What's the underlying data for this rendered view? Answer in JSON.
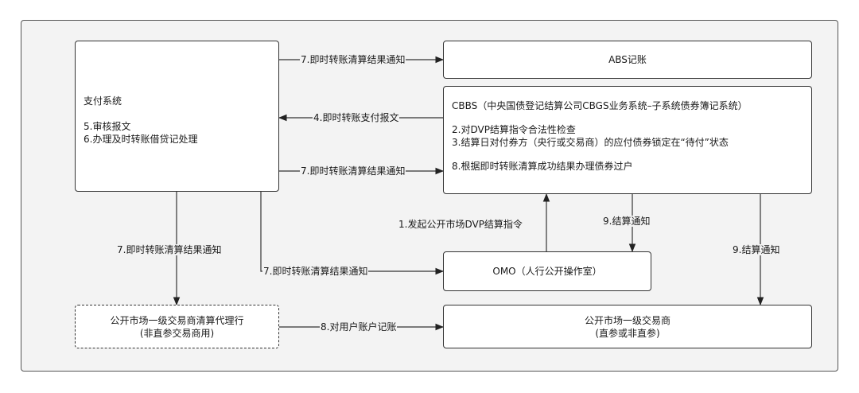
{
  "nodes": {
    "payment": {
      "title": "支付系统",
      "line1": "5.审核报文",
      "line2": "6.办理及时转账借贷记处理"
    },
    "abs": {
      "title": "ABS记账"
    },
    "cbbs": {
      "title": "CBBS（中央国债登记结算公司CBGS业务系统–子系统债券簿记系统）",
      "line1": "2.对DVP结算指令合法性检查",
      "line2": "3.结算日对付券方（央行或交易商）的应付债券锁定在“待付”状态",
      "line3": "8.根据即时转账清算成功结果办理债券过户"
    },
    "omo": {
      "title": "OMO（人行公开操作室）"
    },
    "agent": {
      "line1": "公开市场一级交易商清算代理行",
      "line2": "(非直参交易商用)"
    },
    "dealer": {
      "line1": "公开市场一级交易商",
      "line2": "(直参或非直参)"
    }
  },
  "edges": {
    "pay_to_abs": "7.即时转账清算结果通知",
    "cbbs_to_pay": "4.即时转账支付报文",
    "pay_to_cbbs": "7.即时转账清算结果通知",
    "pay_to_agent": "7.即时转账清算结果通知",
    "pay_to_omo": "7.即时转账清算结果通知",
    "omo_to_cbbs": "1.发起公开市场DVP结算指令",
    "cbbs_to_omo": "9.结算通知",
    "cbbs_to_dealer": "9.结算通知",
    "agent_to_dealer": "8.对用户账户记账"
  }
}
